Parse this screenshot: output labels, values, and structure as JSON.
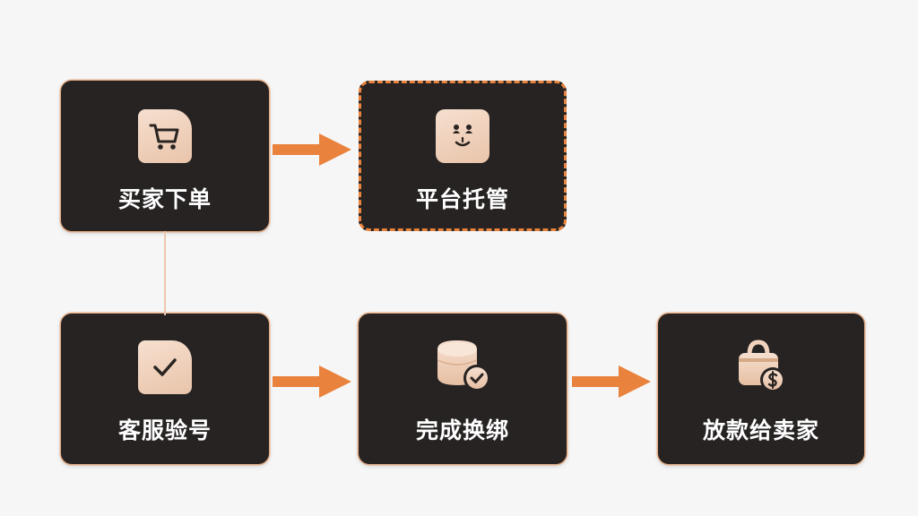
{
  "nodes": {
    "buyer_order": {
      "label": "买家下单",
      "icon": "shopping-cart-icon"
    },
    "platform_escrow": {
      "label": "平台托管",
      "icon": "bear-face-icon"
    },
    "service_verify": {
      "label": "客服验号",
      "icon": "checkmark-icon"
    },
    "complete_rebind": {
      "label": "完成换绑",
      "icon": "database-check-icon"
    },
    "pay_seller": {
      "label": "放款给卖家",
      "icon": "money-bag-icon"
    }
  },
  "colors": {
    "background": "#f6f6f6",
    "node_fill": "#262322",
    "accent_orange": "#e8823c",
    "icon_tile": "#f2d6c3",
    "icon_glyph": "#2a2421",
    "label_text": "#ffffff",
    "connector": "#edc7ad"
  }
}
